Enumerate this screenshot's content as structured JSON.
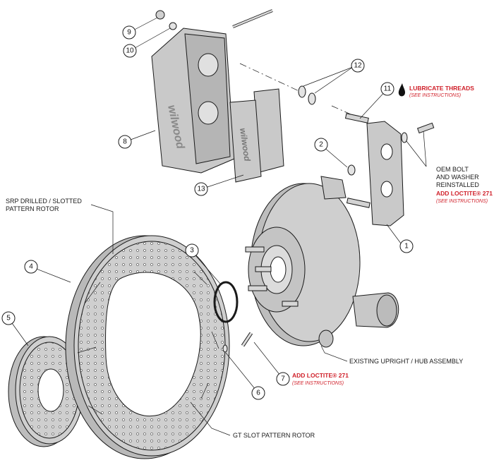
{
  "callouts": [
    {
      "n": "1"
    },
    {
      "n": "2"
    },
    {
      "n": "3"
    },
    {
      "n": "4"
    },
    {
      "n": "5"
    },
    {
      "n": "6"
    },
    {
      "n": "7"
    },
    {
      "n": "8"
    },
    {
      "n": "9"
    },
    {
      "n": "10"
    },
    {
      "n": "11"
    },
    {
      "n": "12"
    },
    {
      "n": "13"
    }
  ],
  "labels": {
    "lubricate": "LUBRICATE THREADS",
    "lubricate_note": "(SEE INSTRUCTIONS)",
    "oem_line1": "OEM BOLT",
    "oem_line2": "AND WASHER",
    "oem_line3": "REINSTALLED",
    "loctite_top": "ADD LOCTITE® 271",
    "loctite_top_note": "(SEE INSTRUCTIONS)",
    "srp_line1": "SRP DRILLED / SLOTTED",
    "srp_line2": "PATTERN ROTOR",
    "existing": "EXISTING UPRIGHT / HUB ASSEMBLY",
    "loctite_bottom": "ADD LOCTITE® 271",
    "loctite_bottom_note": "(SEE INSTRUCTIONS)",
    "gt_slot": "GT SLOT PATTERN ROTOR",
    "brand": "wilwood"
  },
  "colors": {
    "part_fill": "#c9c9c9",
    "part_dark": "#9a9a9a",
    "line": "#1a1a1a",
    "accent_red": "#d0202a"
  }
}
